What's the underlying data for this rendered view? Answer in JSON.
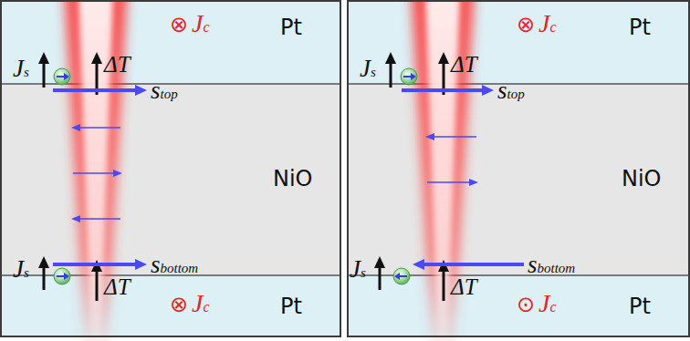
{
  "diagram": {
    "nodes": [
      {
        "text": [
          "Pt"
        ]
      },
      {
        "text": [
          "NiO"
        ]
      },
      {
        "text": [
          "Pt"
        ]
      },
      {
        "text": [
          "Pt"
        ]
      },
      {
        "text": [
          "NiO"
        ]
      },
      {
        "text": [
          "Pt"
        ]
      }
    ],
    "labels": [
      "⊗",
      "Jc",
      "Js",
      "ΔT",
      "stop",
      "Js",
      "sbottom",
      "ΔT",
      "⊗",
      "Jc",
      "⊗",
      "Jc",
      "Js",
      "ΔT",
      "stop",
      "Js",
      "sbottom",
      "ΔT",
      "⊙",
      "Jc"
    ]
  }
}
